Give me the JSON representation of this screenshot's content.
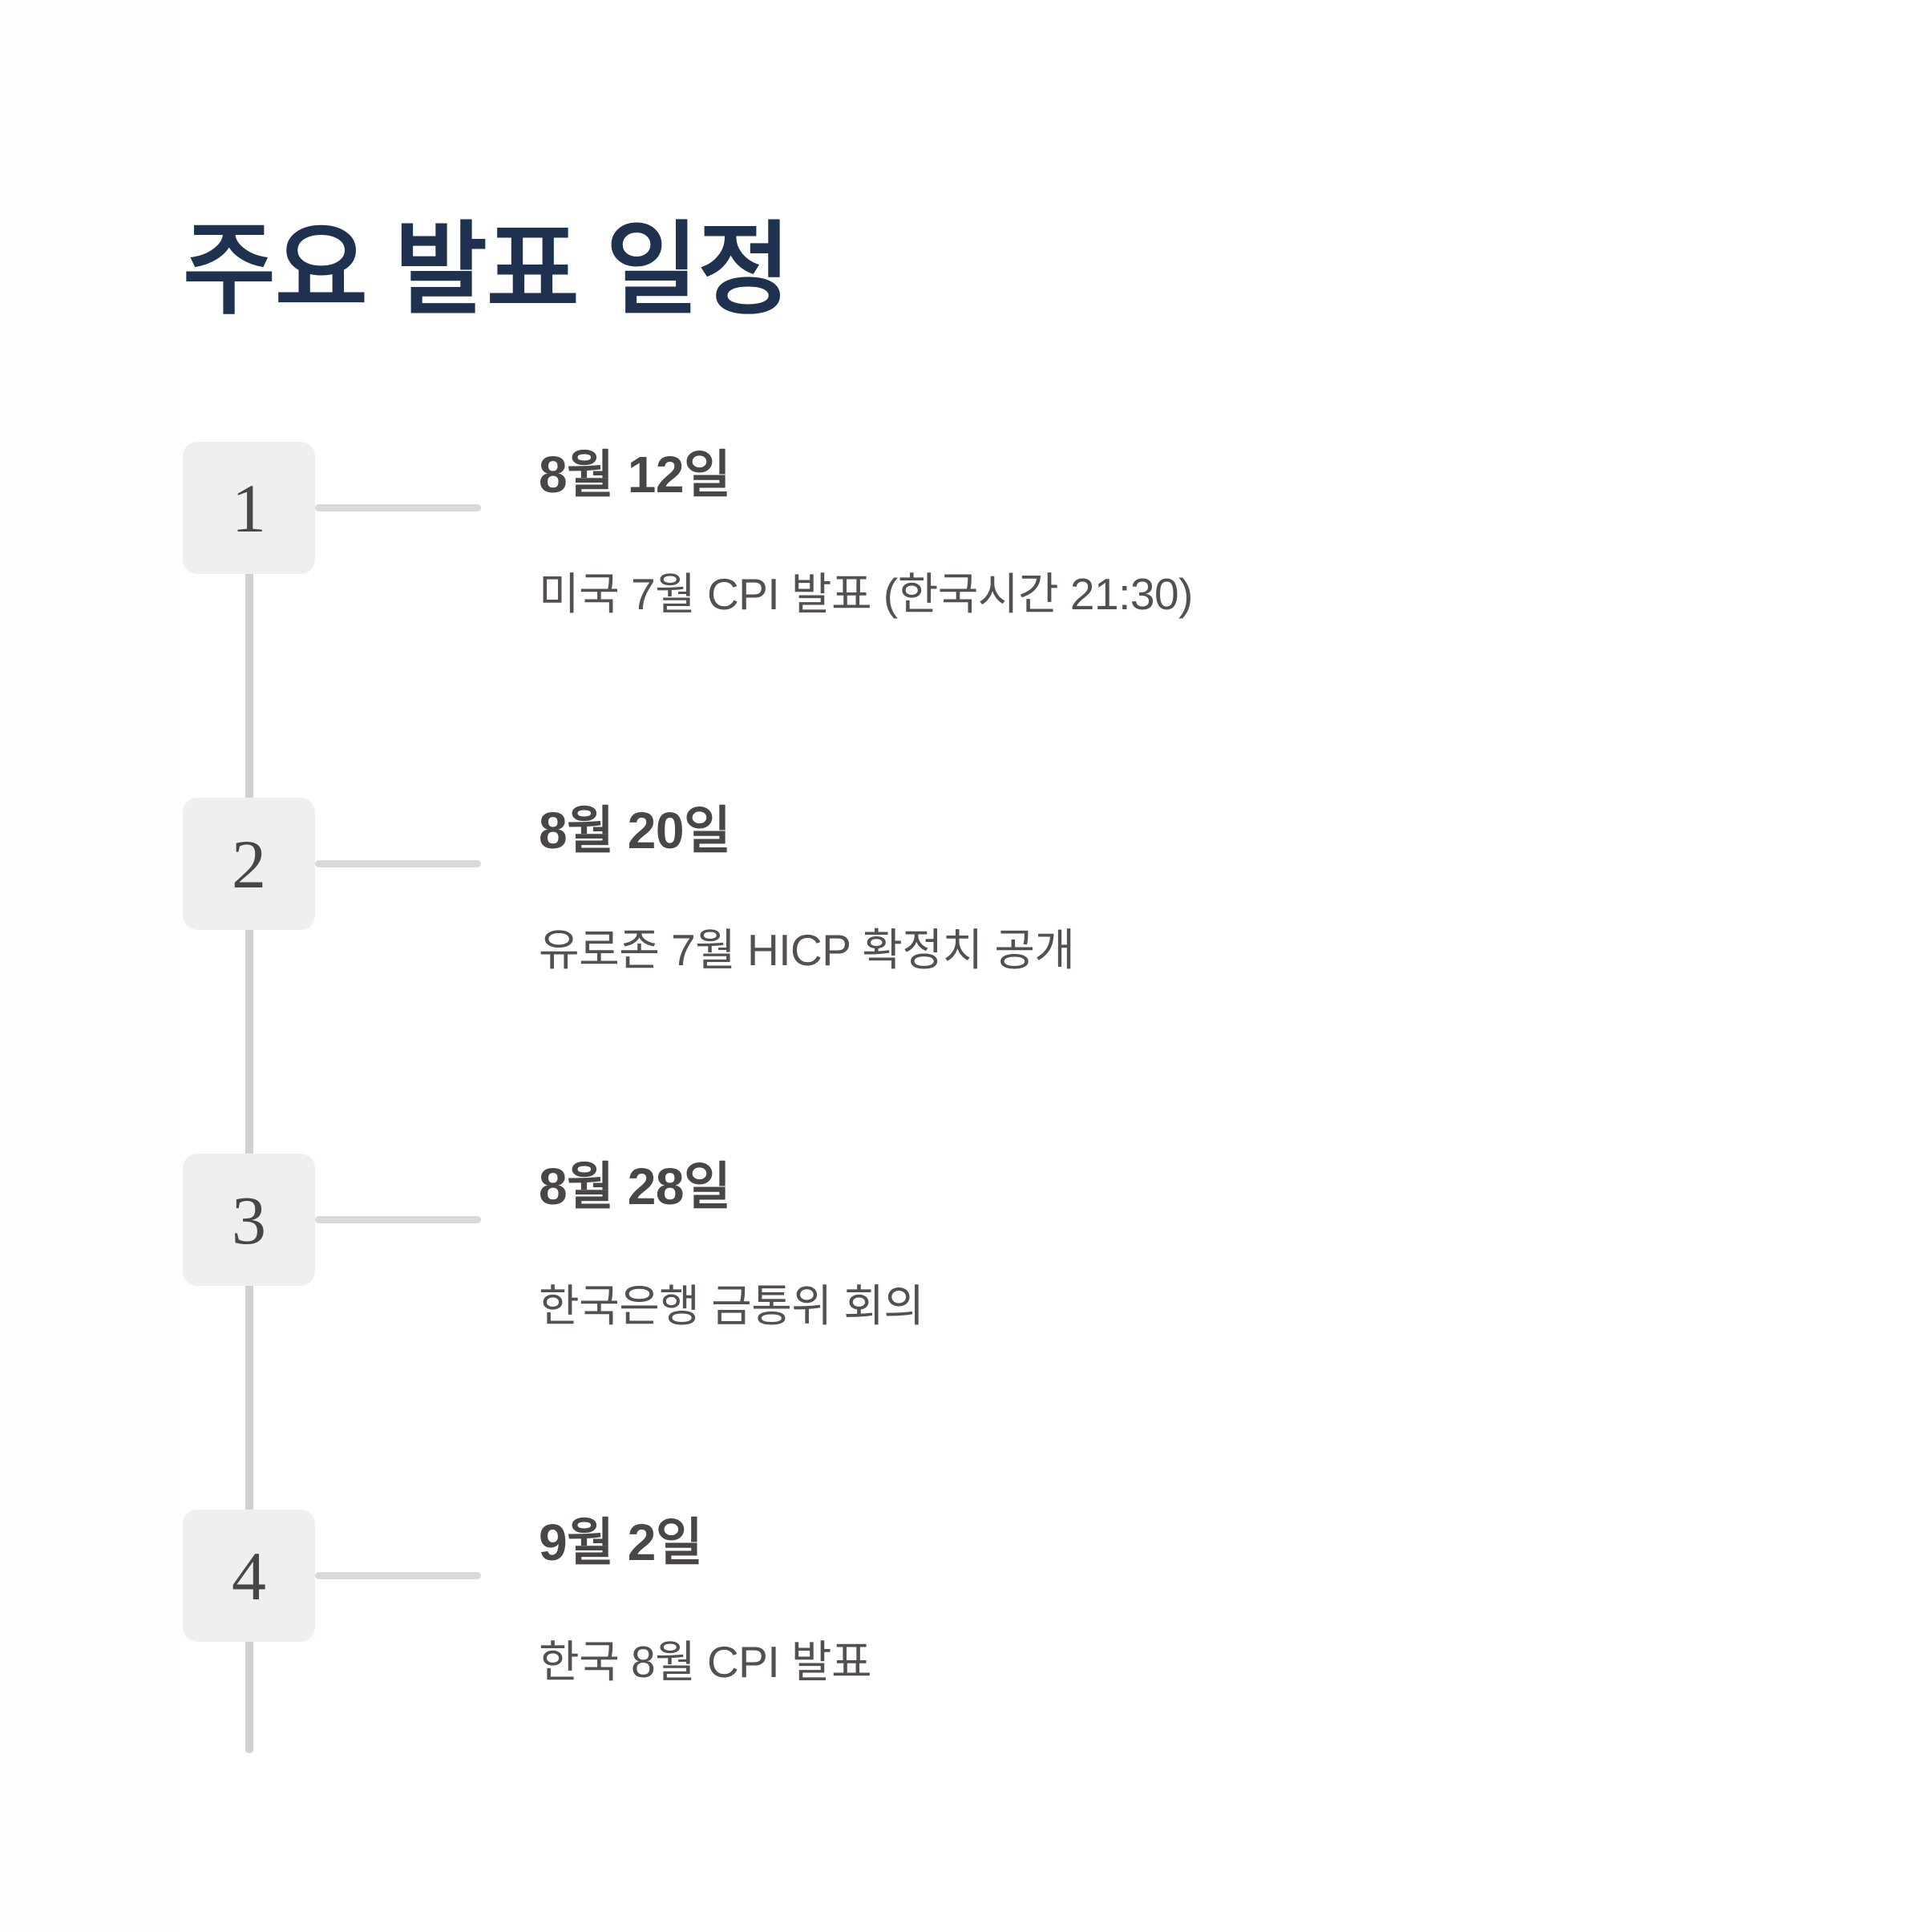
{
  "page": {
    "title": "주요 발표 일정",
    "background_color": "#ffffff",
    "title_color": "#1e3250"
  },
  "theme": {
    "badge_background": "#f0eeee",
    "badge_text_color": "#4a4547",
    "connector_color": "#d9d9d9",
    "spine_color": "#d2d0d0",
    "date_color": "#4a4547",
    "description_color": "#55504f"
  },
  "timeline": {
    "items": [
      {
        "number": "1",
        "date": "8월 12일",
        "description": "미국 7월 CPI 발표 (한국시간 21:30)"
      },
      {
        "number": "2",
        "date": "8월 20일",
        "description": "유로존 7월 HICP 확정치 공개"
      },
      {
        "number": "3",
        "date": "8월 28일",
        "description": "한국은행 금통위 회의"
      },
      {
        "number": "4",
        "date": "9월 2일",
        "description": "한국 8월 CPI 발표"
      }
    ]
  }
}
